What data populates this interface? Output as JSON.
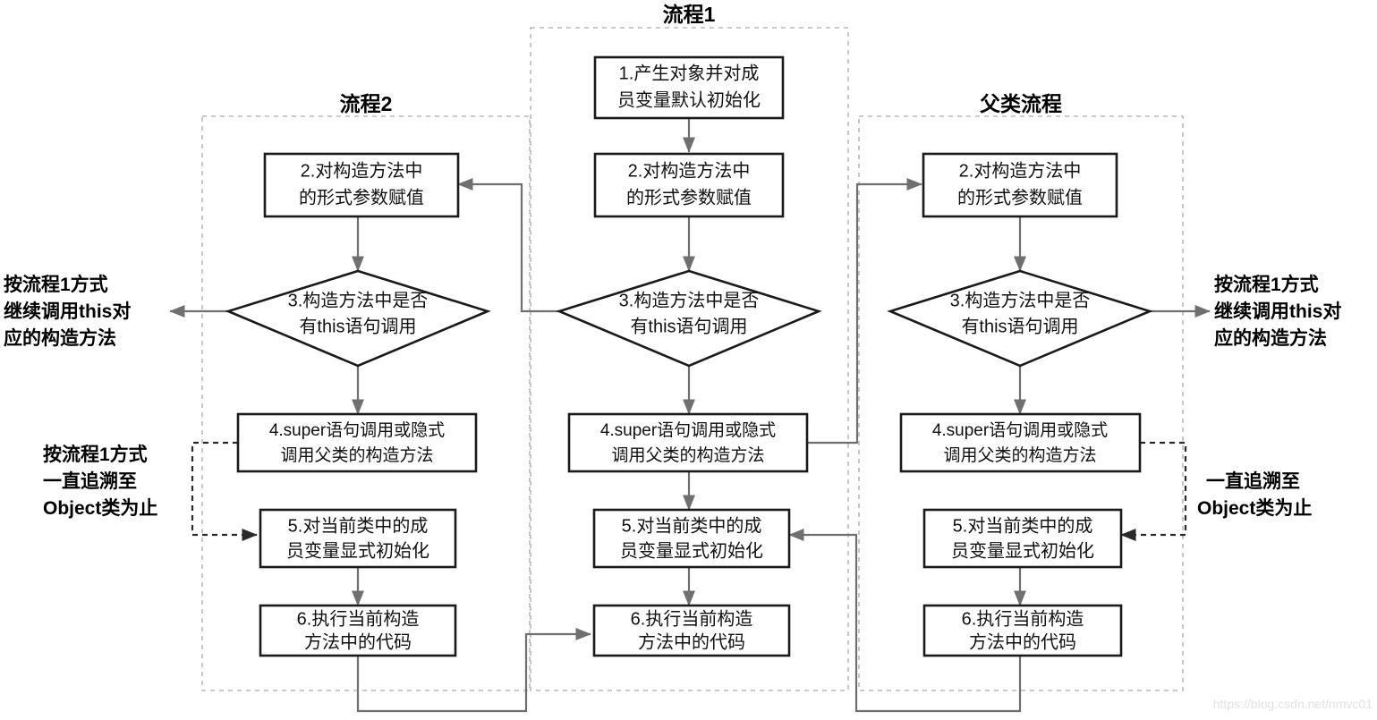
{
  "diagram": {
    "title_groups": [
      {
        "id": "flow2",
        "label": "流程2"
      },
      {
        "id": "flow1",
        "label": "流程1"
      },
      {
        "id": "parent",
        "label": "父类流程"
      }
    ],
    "colors": {
      "node_stroke": "#1a1a1a",
      "node_fill": "#ffffff",
      "edge": "#6f6f6f",
      "group_border": "#b9b9b9",
      "text": "#111111",
      "watermark": "#e2e2e2"
    },
    "columns": {
      "flow1": {
        "label": "流程1",
        "nodes": [
          {
            "id": "f1n1",
            "type": "process",
            "line1": "1.产生对象并对成",
            "line2": "员变量默认初始化"
          },
          {
            "id": "f1n2",
            "type": "process",
            "line1": "2.对构造方法中",
            "line2": "的形式参数赋值"
          },
          {
            "id": "f1n3",
            "type": "decision",
            "line1": "3.构造方法中是否",
            "line2": "有this语句调用"
          },
          {
            "id": "f1n4",
            "type": "process",
            "line1": "4.super语句调用或隐式",
            "line2": "调用父类的构造方法"
          },
          {
            "id": "f1n5",
            "type": "process",
            "line1": "5.对当前类中的成",
            "line2": "员变量显式初始化"
          },
          {
            "id": "f1n6",
            "type": "process",
            "line1": "6.执行当前构造",
            "line2": "方法中的代码"
          }
        ]
      },
      "flow2": {
        "label": "流程2",
        "nodes": [
          {
            "id": "f2n2",
            "type": "process",
            "line1": "2.对构造方法中",
            "line2": "的形式参数赋值"
          },
          {
            "id": "f2n3",
            "type": "decision",
            "line1": "3.构造方法中是否",
            "line2": "有this语句调用"
          },
          {
            "id": "f2n4",
            "type": "process",
            "line1": "4.super语句调用或隐式",
            "line2": "调用父类的构造方法"
          },
          {
            "id": "f2n5",
            "type": "process",
            "line1": "5.对当前类中的成",
            "line2": "员变量显式初始化"
          },
          {
            "id": "f2n6",
            "type": "process",
            "line1": "6.执行当前构造",
            "line2": "方法中的代码"
          }
        ]
      },
      "parent": {
        "label": "父类流程",
        "nodes": [
          {
            "id": "pn2",
            "type": "process",
            "line1": "2.对构造方法中",
            "line2": "的形式参数赋值"
          },
          {
            "id": "pn3",
            "type": "decision",
            "line1": "3.构造方法中是否",
            "line2": "有this语句调用"
          },
          {
            "id": "pn4",
            "type": "process",
            "line1": "4.super语句调用或隐式",
            "line2": "调用父类的构造方法"
          },
          {
            "id": "pn5",
            "type": "process",
            "line1": "5.对当前类中的成",
            "line2": "员变量显式初始化"
          },
          {
            "id": "pn6",
            "type": "process",
            "line1": "6.执行当前构造",
            "line2": "方法中的代码"
          }
        ]
      }
    },
    "annotations": {
      "left_top": {
        "line1": "按流程1方式",
        "line2": "继续调用this对",
        "line3": "应的构造方法"
      },
      "left_bottom": {
        "line1": "按流程1方式",
        "line2": "一直追溯至",
        "line3": "Object类为止"
      },
      "right_top": {
        "line1": "按流程1方式",
        "line2": "继续调用this对",
        "line3": "应的构造方法"
      },
      "right_bottom": {
        "line1": "一直追溯至",
        "line2": "Object类为止"
      }
    },
    "watermark": "https://blog.csdn.net/nmvc01"
  }
}
